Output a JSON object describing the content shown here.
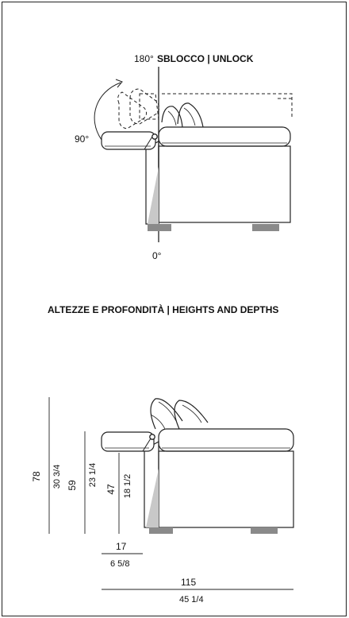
{
  "unlock": {
    "label_180": "180°",
    "title": "SBLOCCO | UNLOCK",
    "label_90": "90°",
    "label_0": "0°"
  },
  "heights": {
    "title": "ALTEZZE E PROFONDITÀ | HEIGHTS AND DEPTHS",
    "h78": "78",
    "h30": "30 3/4",
    "h59": "59",
    "h23": "23 1/4",
    "h47": "47",
    "h18": "18 1/2",
    "d17": "17",
    "d6": "6 5/8",
    "d115": "115",
    "d45": "45 1/4"
  },
  "colors": {
    "line": "#222222",
    "shade": "#c8c8c8",
    "feet": "#8a8a8a"
  }
}
